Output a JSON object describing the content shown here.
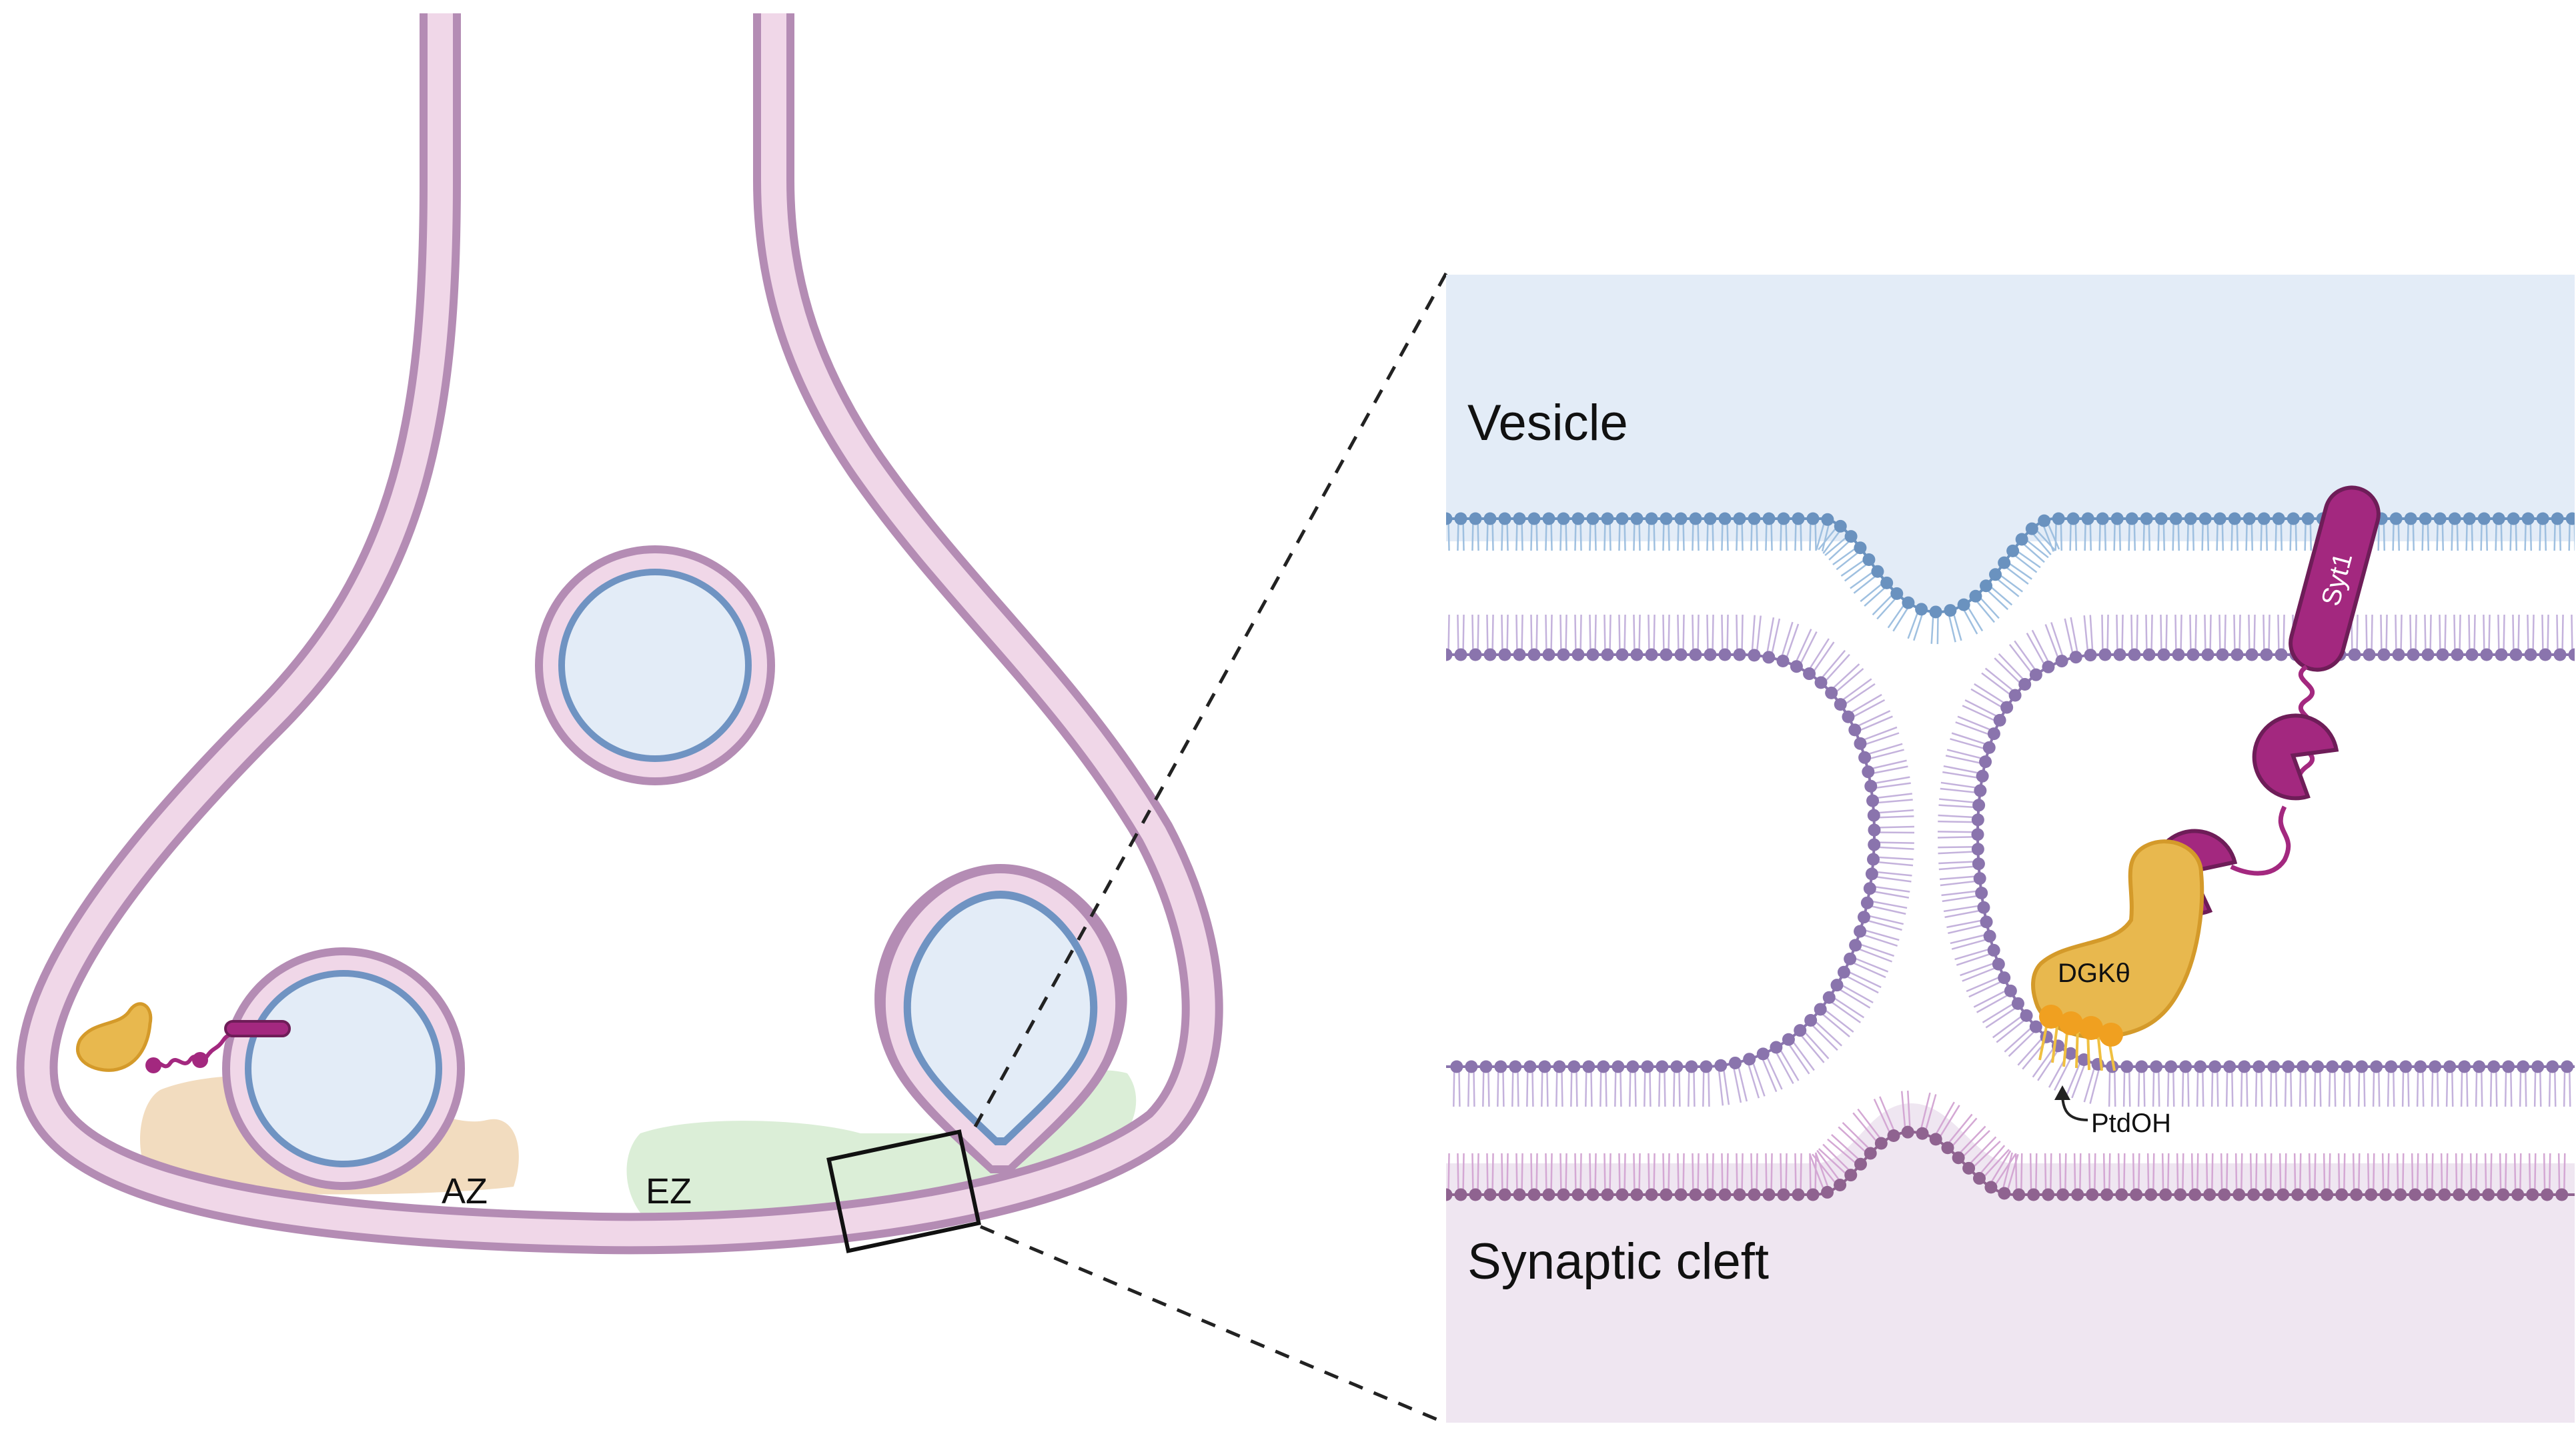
{
  "labels": {
    "vesicle": "Vesicle",
    "synaptic_cleft": "Synaptic cleft",
    "syt1": "Syt1",
    "dgk": "DGKθ",
    "ptdoh": "PtdOH",
    "az": "AZ",
    "ez": "EZ"
  },
  "colors": {
    "terminal_fill": "#f0d7e8",
    "terminal_stroke": "#b48cb4",
    "vesicle_fill": "#e3ecf7",
    "vesicle_stroke": "#6f93c2",
    "vesicle_lipid": "#6a92bf",
    "plasma_lipid": "#8a74ad",
    "cleft_lipid": "#8f6390",
    "cleft_fill": "#efe6f1",
    "syt1": "#a3287f",
    "dgk": "#e8b84e",
    "ptdoh": "#f0a020",
    "az_zone": "#f2dcbf",
    "ez_zone": "#dbeed7"
  }
}
